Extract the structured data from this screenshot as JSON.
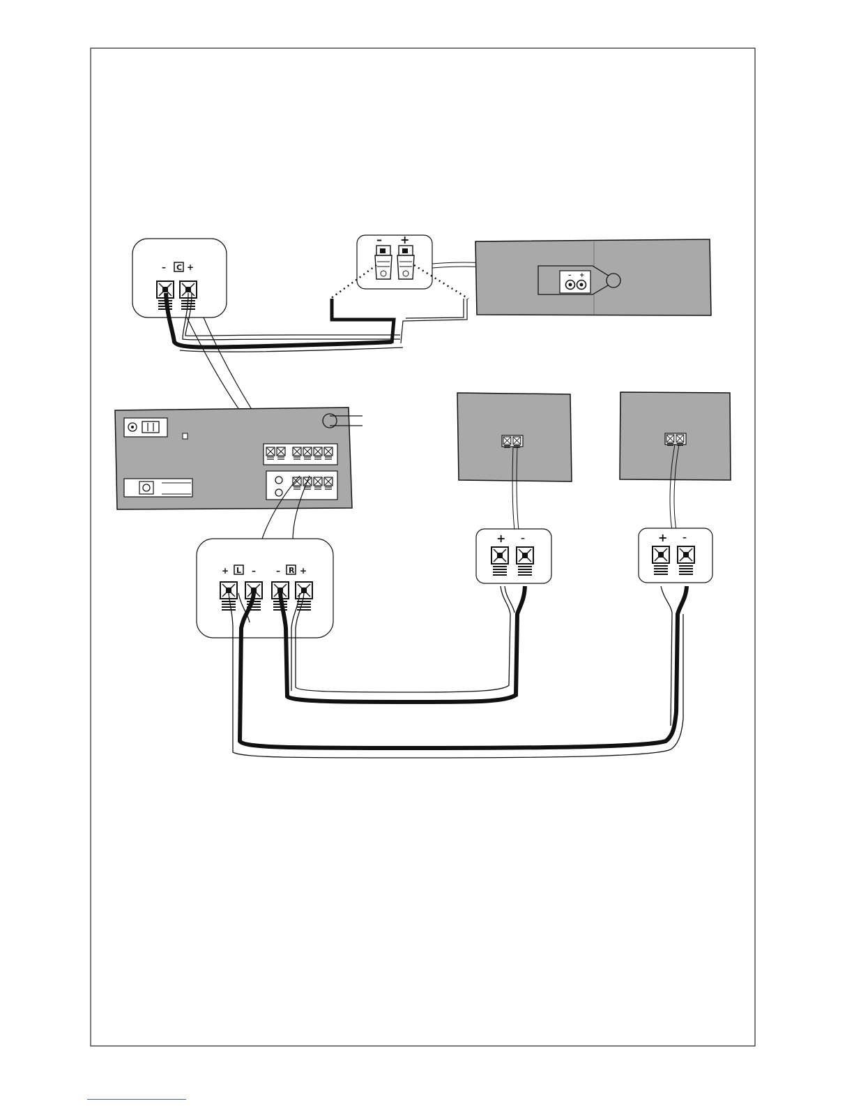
{
  "diagram": {
    "center_terminal": {
      "minus": "–",
      "channel": "C",
      "plus": "+"
    },
    "center_speaker_connector": {
      "minus": "–",
      "plus": "+"
    },
    "center_speaker_panel": {
      "minus": "–",
      "plus": "+"
    },
    "front_terminals": {
      "left_plus": "+",
      "left_channel": "L",
      "left_minus": "–",
      "right_minus": "–",
      "right_channel": "R",
      "right_plus": "+"
    },
    "left_speaker_terminal": {
      "plus": "+",
      "minus": "–"
    },
    "right_speaker_terminal": {
      "plus": "+",
      "minus": "–"
    }
  }
}
